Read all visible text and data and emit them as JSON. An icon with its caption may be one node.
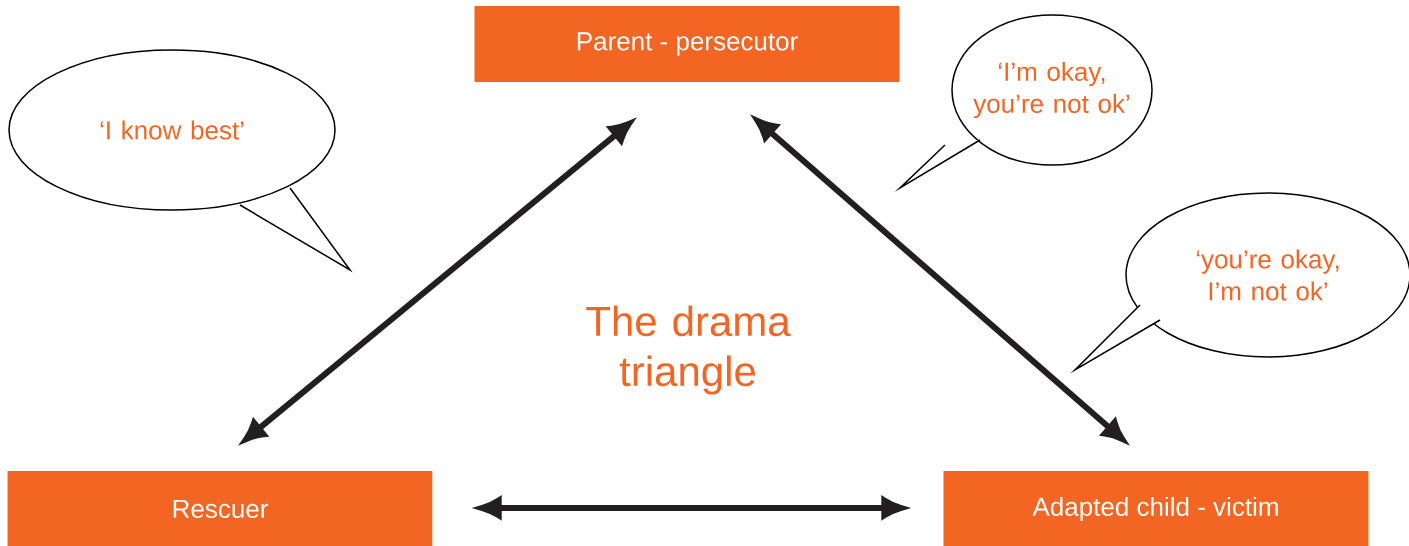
{
  "diagram": {
    "title": "The drama triangle",
    "nodes": [
      {
        "text": [
          "Parent - persecutor"
        ]
      },
      {
        "text": [
          "Rescuer"
        ]
      },
      {
        "text": [
          "Adapted child - victim"
        ]
      },
      {
        "text": [
          "‘I know best’"
        ]
      },
      {
        "text": [
          "‘I’m okay, you’re not ok’"
        ]
      },
      {
        "text": [
          "‘you’re okay, I’m not ok’"
        ]
      }
    ],
    "edges": [
      {
        "from": 0,
        "to": 1,
        "arrow": "both"
      },
      {
        "from": 0,
        "to": 2,
        "arrow": "both"
      },
      {
        "from": 1,
        "to": 2,
        "arrow": "both"
      }
    ]
  }
}
